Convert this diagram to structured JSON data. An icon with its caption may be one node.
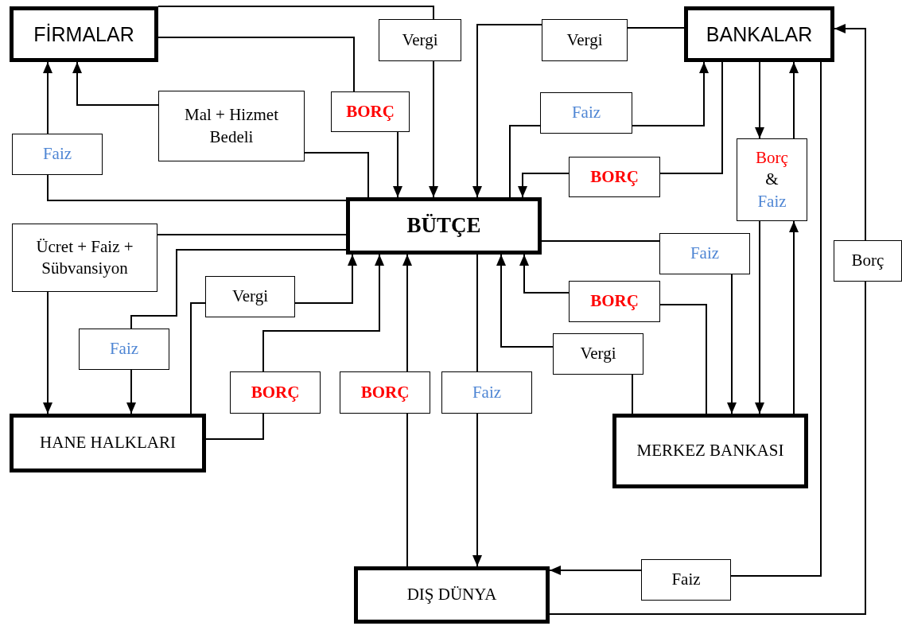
{
  "diagram": {
    "nodes": [
      {
        "text": [
          "FİRMALAR"
        ]
      },
      {
        "text": [
          "BANKALAR"
        ]
      },
      {
        "text": [
          "BÜTÇE"
        ]
      },
      {
        "text": [
          "HANE HALKLARI"
        ]
      },
      {
        "text": [
          "MERKEZ BANKASI"
        ]
      },
      {
        "text": [
          "DIŞ DÜNYA"
        ]
      },
      {
        "text": [
          "Vergi"
        ]
      },
      {
        "text": [
          "BORÇ"
        ]
      },
      {
        "text": [
          "Mal + Hizmet Bedeli"
        ]
      },
      {
        "text": [
          "Faiz"
        ]
      },
      {
        "text": [
          "Vergi"
        ]
      },
      {
        "text": [
          "Faiz"
        ]
      },
      {
        "text": [
          "BORÇ"
        ]
      },
      {
        "text": [
          "Borç",
          "&",
          "Faiz"
        ]
      },
      {
        "text": [
          "Ücret + Faiz + Sübvansiyon"
        ]
      },
      {
        "text": [
          "Vergi"
        ]
      },
      {
        "text": [
          "Faiz"
        ]
      },
      {
        "text": [
          "BORÇ"
        ]
      },
      {
        "text": [
          "BORÇ"
        ]
      },
      {
        "text": [
          "Faiz"
        ]
      },
      {
        "text": [
          "Faiz"
        ]
      },
      {
        "text": [
          "BORÇ"
        ]
      },
      {
        "text": [
          "Vergi"
        ]
      },
      {
        "text": [
          "Borç"
        ]
      },
      {
        "text": [
          "Faiz"
        ]
      }
    ],
    "edges": [
      {
        "from": 0,
        "to": 6,
        "arrow": "none"
      },
      {
        "from": 6,
        "to": 2,
        "arrow": "to"
      },
      {
        "from": 0,
        "to": 7,
        "arrow": "none"
      },
      {
        "from": 7,
        "to": 2,
        "arrow": "to"
      },
      {
        "from": 8,
        "to": 0,
        "arrow": "to"
      },
      {
        "from": 2,
        "to": 8,
        "arrow": "none"
      },
      {
        "from": 2,
        "to": 9,
        "arrow": "none"
      },
      {
        "from": 9,
        "to": 0,
        "arrow": "to"
      },
      {
        "from": 1,
        "to": 10,
        "arrow": "none"
      },
      {
        "from": 10,
        "to": 2,
        "arrow": "to"
      },
      {
        "from": 2,
        "to": 11,
        "arrow": "none"
      },
      {
        "from": 11,
        "to": 1,
        "arrow": "to"
      },
      {
        "from": 1,
        "to": 12,
        "arrow": "none"
      },
      {
        "from": 12,
        "to": 2,
        "arrow": "to"
      },
      {
        "from": 1,
        "to": 13,
        "arrow": "to"
      },
      {
        "from": 13,
        "to": 1,
        "arrow": "to"
      },
      {
        "from": 13,
        "to": 4,
        "arrow": "to"
      },
      {
        "from": 4,
        "to": 13,
        "arrow": "to"
      },
      {
        "from": 2,
        "to": 14,
        "arrow": "none"
      },
      {
        "from": 14,
        "to": 3,
        "arrow": "to"
      },
      {
        "from": 3,
        "to": 15,
        "arrow": "none"
      },
      {
        "from": 15,
        "to": 2,
        "arrow": "to"
      },
      {
        "from": 2,
        "to": 16,
        "arrow": "none"
      },
      {
        "from": 16,
        "to": 3,
        "arrow": "to"
      },
      {
        "from": 3,
        "to": 17,
        "arrow": "none"
      },
      {
        "from": 17,
        "to": 2,
        "arrow": "to"
      },
      {
        "from": 5,
        "to": 18,
        "arrow": "none"
      },
      {
        "from": 18,
        "to": 2,
        "arrow": "to"
      },
      {
        "from": 2,
        "to": 19,
        "arrow": "none"
      },
      {
        "from": 19,
        "to": 5,
        "arrow": "to"
      },
      {
        "from": 2,
        "to": 20,
        "arrow": "none"
      },
      {
        "from": 20,
        "to": 4,
        "arrow": "to"
      },
      {
        "from": 4,
        "to": 21,
        "arrow": "none"
      },
      {
        "from": 21,
        "to": 2,
        "arrow": "to"
      },
      {
        "from": 4,
        "to": 22,
        "arrow": "none"
      },
      {
        "from": 22,
        "to": 2,
        "arrow": "to"
      },
      {
        "from": 5,
        "to": 23,
        "arrow": "none"
      },
      {
        "from": 23,
        "to": 1,
        "arrow": "to"
      },
      {
        "from": 1,
        "to": 24,
        "arrow": "none"
      },
      {
        "from": 24,
        "to": 5,
        "arrow": "to"
      }
    ]
  }
}
